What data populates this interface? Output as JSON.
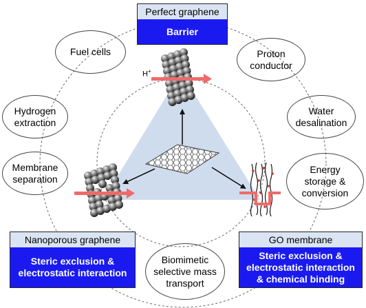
{
  "properties": {
    "perfect": {
      "title": "Perfect graphene",
      "mechanism": "Barrier"
    },
    "nanoporous": {
      "title": "Nanoporous graphene",
      "mechanism": "Steric exclusion &\nelectrostatic interaction"
    },
    "go": {
      "title": "GO membrane",
      "mechanism": "Steric exclusion &\nelectrostatic interaction\n& chemical binding"
    }
  },
  "applications": [
    {
      "label": "Fuel cells",
      "color": "#fdfd9a"
    },
    {
      "label": "Proton\nconductor",
      "color": "#f9b73c"
    },
    {
      "label": "Hydrogen\nextraction",
      "color": "#e8eef8"
    },
    {
      "label": "Water\ndesalination",
      "color": "#b7d0ef"
    },
    {
      "label": "Membrane\nseparation",
      "color": "#e3e3e3"
    },
    {
      "label": "Energy\nstorage &\nconversion",
      "color": "#79cf4a"
    },
    {
      "label": "Biomimetic\nselective mass\ntransport",
      "color": "#f6c2f0"
    }
  ],
  "ion_label": "H+",
  "colors": {
    "box_fill": "#1a1af0",
    "box_head": "#dbe4f3",
    "triangle": "#cfdcee",
    "arrow_red": "#f06a6a"
  }
}
